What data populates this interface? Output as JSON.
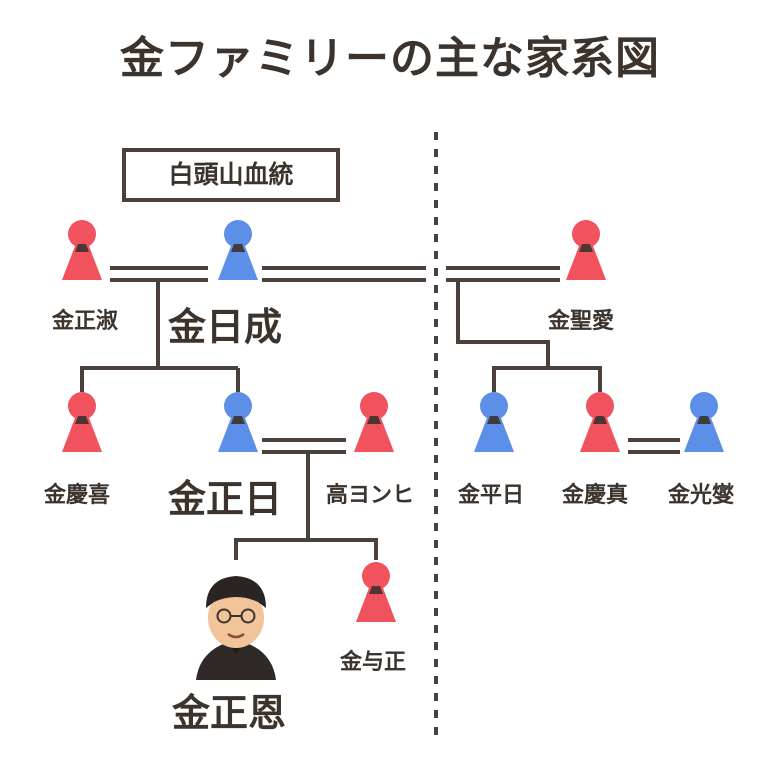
{
  "title": "金ファミリーの主な家系図",
  "lineage_label": "白頭山血統",
  "people": {
    "kim_jong_suk": "金正淑",
    "kim_il_sung": "金日成",
    "kim_song_ae": "金聖愛",
    "kim_kyong_hui": "金慶喜",
    "kim_jong_il": "金正日",
    "ko_yong_hui": "高ヨンヒ",
    "kim_pyong_il": "金平日",
    "kim_kyong_jin": "金慶真",
    "kim_kwang_sop": "金光燮",
    "kim_jong_un": "金正恩",
    "kim_yo_jong": "金与正"
  },
  "colors": {
    "female": "#f0525e",
    "male": "#5b8fe8",
    "line": "#4b403a",
    "text": "#3b332c"
  }
}
